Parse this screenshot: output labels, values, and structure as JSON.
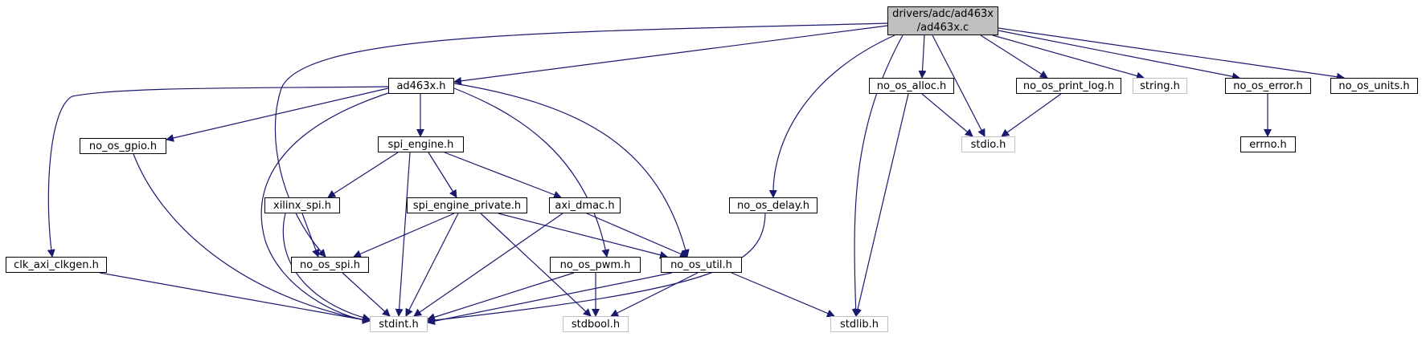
{
  "colors": {
    "edge": "#191970",
    "node_border": "#000000",
    "external_border": "#bfbfbf",
    "root_fill": "#bfbfbf"
  },
  "nodes": {
    "root": {
      "line1": "drivers/adc/ad463x",
      "line2": "/ad463x.c"
    },
    "ad463x_h": "ad463x.h",
    "no_os_alloc_h": "no_os_alloc.h",
    "no_os_print_log_h": "no_os_print_log.h",
    "string_h": "string.h",
    "no_os_error_h": "no_os_error.h",
    "no_os_units_h": "no_os_units.h",
    "stdio_h": "stdio.h",
    "errno_h": "errno.h",
    "no_os_gpio_h": "no_os_gpio.h",
    "spi_engine_h": "spi_engine.h",
    "xilinx_spi_h": "xilinx_spi.h",
    "spi_engine_private_h": "spi_engine_private.h",
    "axi_dmac_h": "axi_dmac.h",
    "no_os_delay_h": "no_os_delay.h",
    "clk_axi_clkgen_h": "clk_axi_clkgen.h",
    "no_os_spi_h": "no_os_spi.h",
    "no_os_pwm_h": "no_os_pwm.h",
    "no_os_util_h": "no_os_util.h",
    "stdint_h": "stdint.h",
    "stdbool_h": "stdbool.h",
    "stdlib_h": "stdlib.h"
  }
}
